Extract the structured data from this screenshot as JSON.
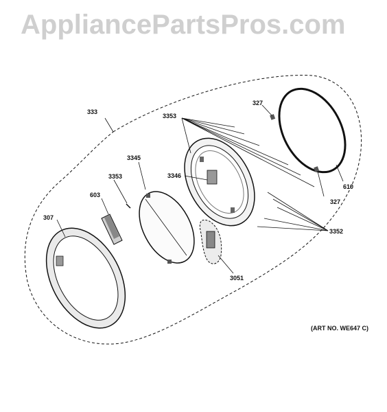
{
  "watermark": "AppliancePartsPros.com",
  "art_number": "(ART NO. WE647 C)",
  "callouts": {
    "c333": "333",
    "c327_top": "327",
    "c3353_top": "3353",
    "c3345": "3345",
    "c3346": "3346",
    "c3353_left": "3353",
    "c603": "603",
    "c610": "610",
    "c327_right": "327",
    "c307": "307",
    "c3352": "3352",
    "c3051": "3051"
  },
  "colors": {
    "line": "#111111",
    "watermark": "#cfcfcf",
    "part_fill": "#d9d9d9"
  }
}
